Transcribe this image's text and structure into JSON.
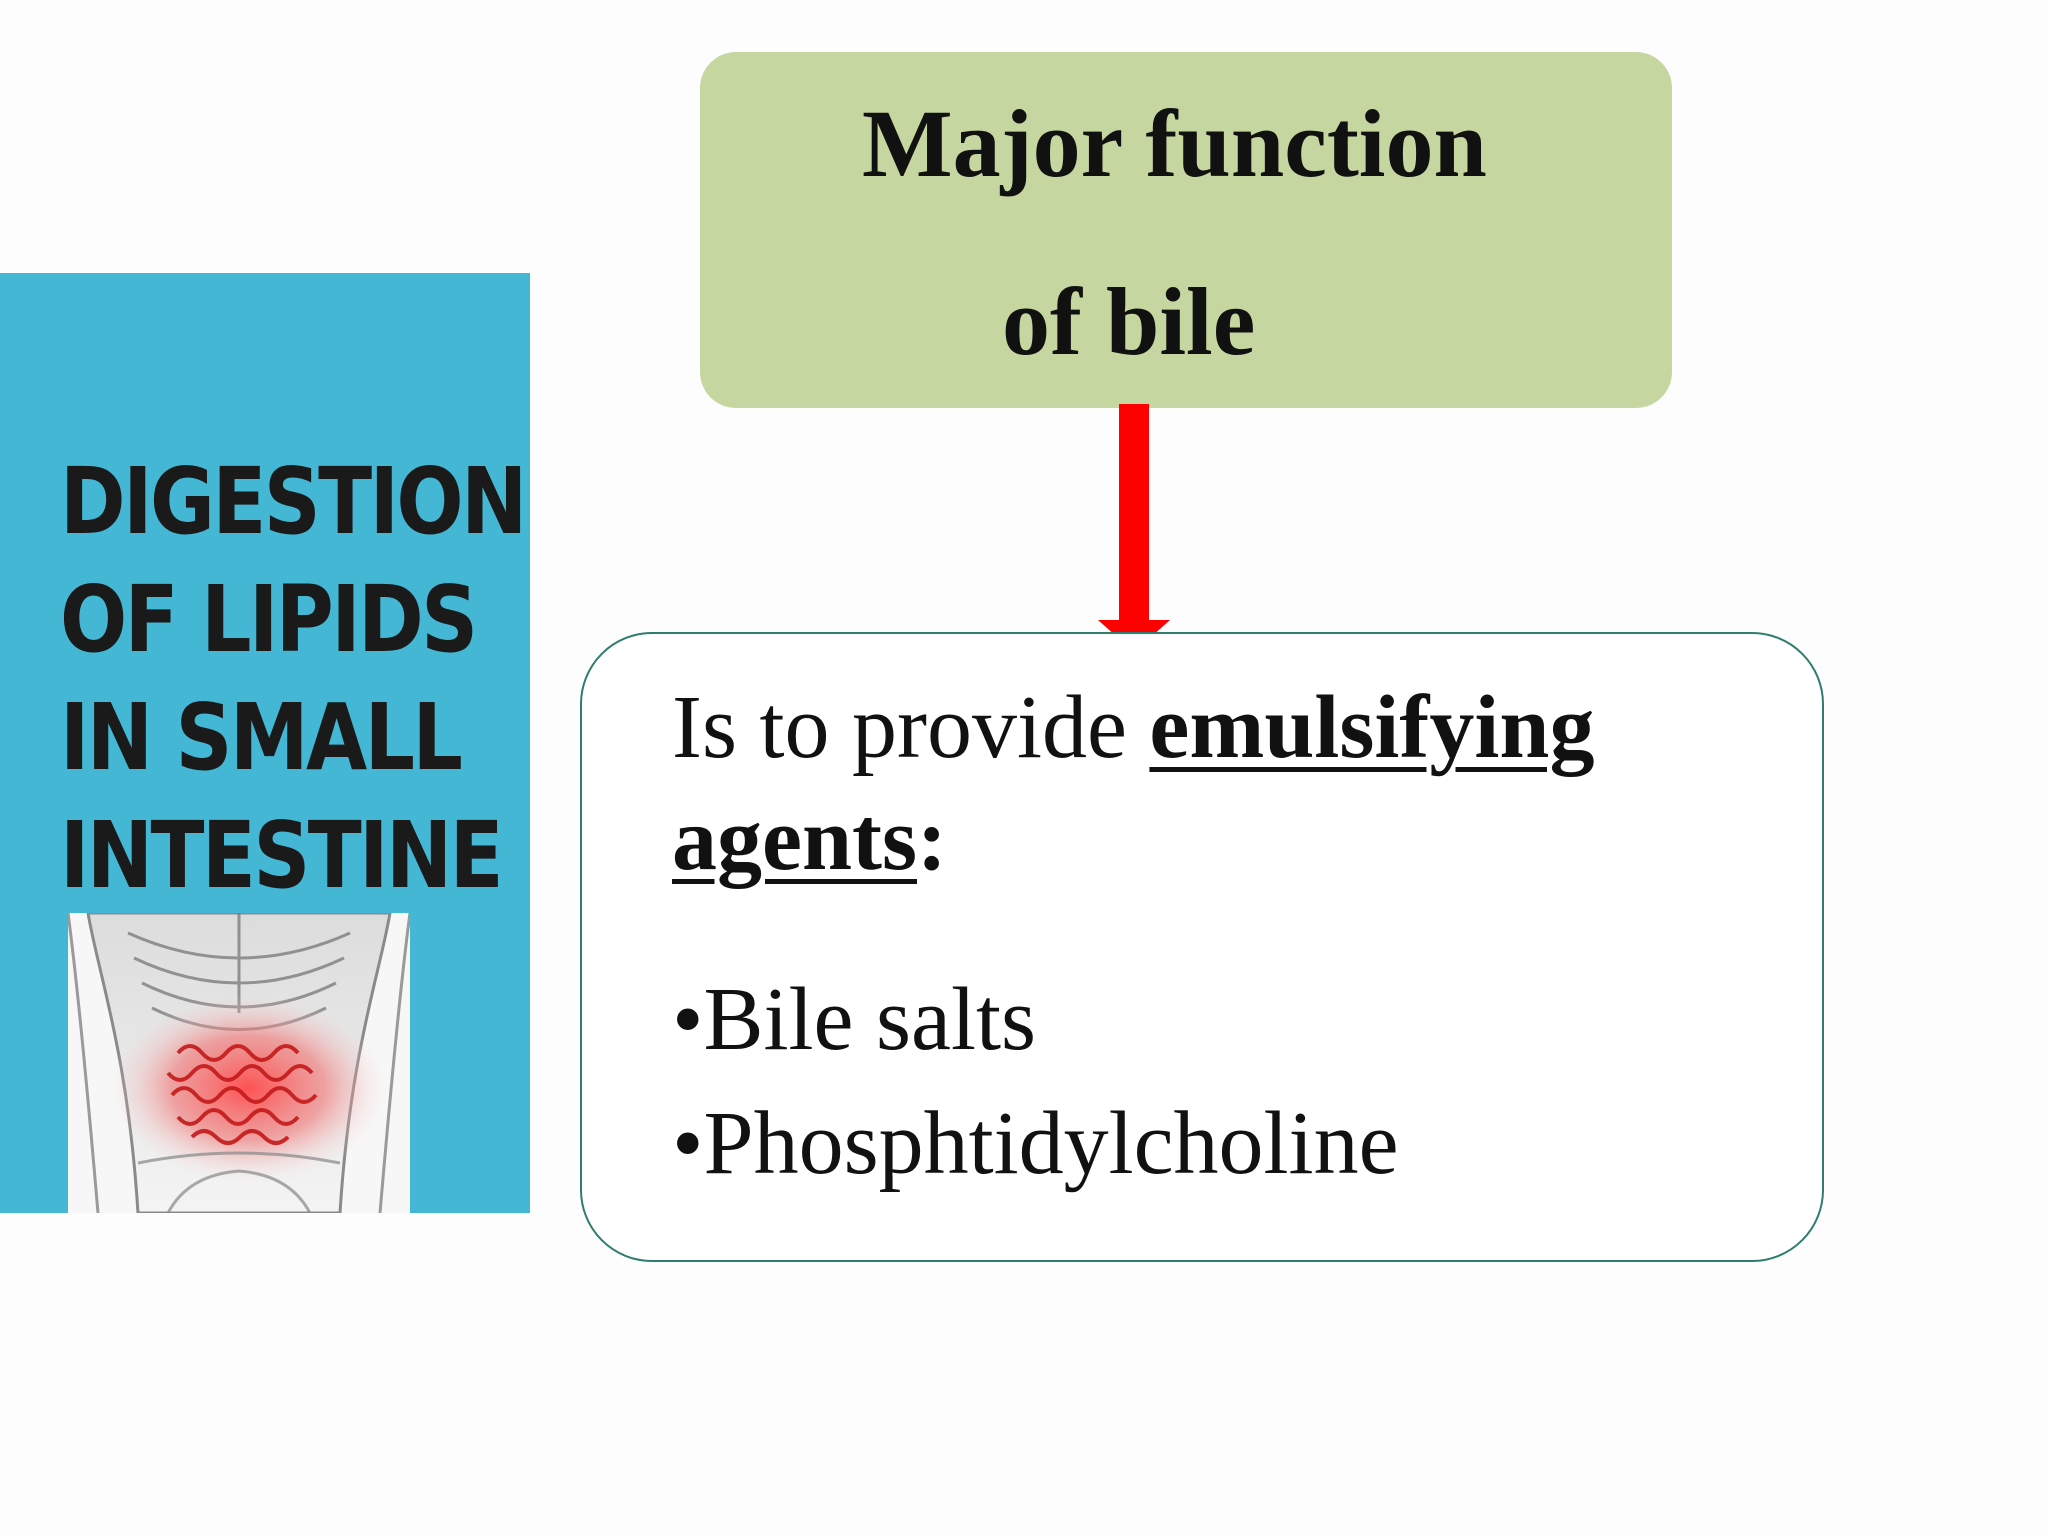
{
  "cover": {
    "title_lines": [
      "DIGESTION",
      "OF LIPIDS",
      "IN SMALL",
      "INTESTINE"
    ],
    "background_color": "#43b7d4",
    "illustration": "abdomen-small-intestine-illustration"
  },
  "heading": {
    "line1": "Major function",
    "line2": "of bile",
    "background_color": "#c6d6a0"
  },
  "arrow": {
    "color": "#ff0000",
    "direction": "down"
  },
  "content": {
    "intro": "Is to provide",
    "term_part1": "emulsifying",
    "term_part2": "agents",
    "term_suffix": ":",
    "bullet": "•",
    "items": [
      "Bile salts",
      "Phosphtidylcholine"
    ],
    "border_color": "#2e7d6e"
  }
}
